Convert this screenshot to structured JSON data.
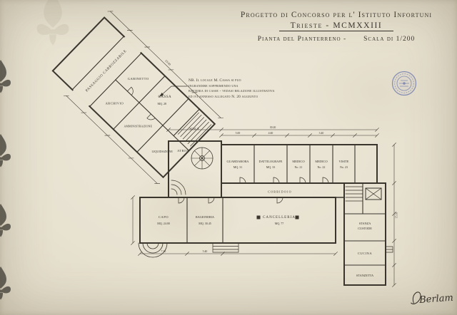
{
  "document": {
    "title_line1": "Progetto di Concorso per l' Istituto Infortuni",
    "title_line2": "Trieste - MCMXXIII",
    "subtitle_plan": "Pianta del Pianterreno -",
    "subtitle_scale": "Scala di 1/200",
    "signature": "Berlam"
  },
  "note": {
    "l1": "NB. Il locale M. Cassa si puo",
    "l2": "ingrandire sopprimendo una",
    "l3": "batteria di casse - vedasi relazione illustrativa",
    "l4": "ed ivi annesso allegato N. 20 aggiunto"
  },
  "wing": {
    "passaggio": "PASSAGGIO CARROZZABILE",
    "gabinetto": "GABINETTO",
    "archivio": "ARCHIVIO",
    "cassa": "CASSA",
    "cassa_area": "MQ. 28",
    "amministrazione": "AMMINISTRAZIONE",
    "liquidazione": "LIQUIDAZIONE",
    "scala": "SCALA",
    "dim": "23.60"
  },
  "rooms": {
    "atrio": "ATRIO",
    "corridoio": "CORRIDOIO",
    "r1": "GUARDAROBA",
    "r1n": "MQ. 31",
    "r2": "DATTILOGRAFE",
    "r2n": "MQ. 33",
    "r3": "MEDICO",
    "r3n": "No. 21",
    "r4": "MEDICO",
    "r4n": "No. 22",
    "r5": "VISITE",
    "r5n": "No. 23",
    "b1": "CAPO",
    "b1n": "MQ. 24.00",
    "b2": "RAGIONERIA",
    "b2n": "MQ. 30.45",
    "b3": "CANCELLERIA",
    "b3n": "MQ. 77",
    "annex_top": "STANZA",
    "annex_top2": "CUSTODE",
    "annex_mid": "CUCINA",
    "annex_bot": "STANZETTA"
  },
  "dims": {
    "d1": "5.00",
    "d2": "4.60",
    "d3": "15.10",
    "d4": "3.40",
    "d6": "30.20",
    "d7": "7.10",
    "d8": "5.40"
  },
  "colors": {
    "paper": "#e9e3d2",
    "ink": "#35322b",
    "stamp_blue": "#4a5ca5",
    "watermark": "#53514a"
  }
}
